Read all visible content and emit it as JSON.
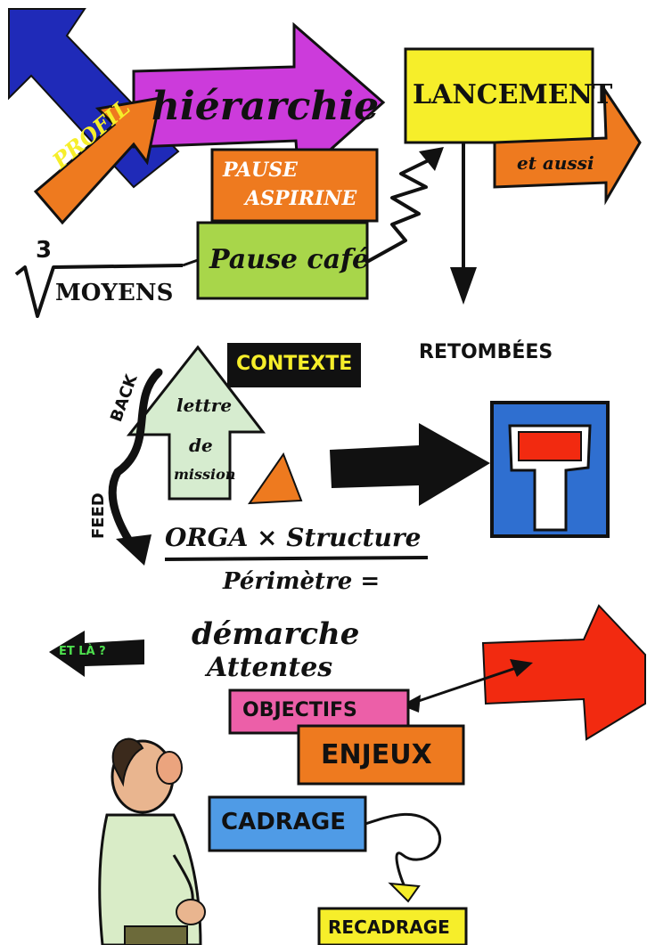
{
  "labels": {
    "hierarchie": "hiérarchie",
    "profil": "PROFIL",
    "pause_aspirine_1": "PAUSE",
    "pause_aspirine_2": "ASPIRINE",
    "pause_cafe": "Pause café",
    "lancement": "LANCEMENT",
    "et_aussi": "et aussi",
    "root_index": "3",
    "moyens": "MOYENS",
    "retombees": "RETOMBÉES",
    "contexte": "CONTEXTE",
    "lettre_1": "lettre",
    "lettre_2": "de",
    "lettre_3": "mission",
    "feed_back_1": "FEED",
    "feed_back_2": "BACK",
    "orga": "ORGA × Structure",
    "perimetre": "Périmètre =",
    "et_la": "ET LÀ ?",
    "demarche": "démarche",
    "attentes": "Attentes",
    "objectifs": "OBJECTIFS",
    "enjeux": "ENJEUX",
    "cadrage": "CADRAGE",
    "recadrage": "RECADRAGE"
  },
  "colors": {
    "blue": "#1f2ab8",
    "magenta": "#cc3bdb",
    "orange": "#ee7a1f",
    "yellow": "#f6ee2a",
    "lime": "#a8d64a",
    "pale_green": "#d6eccf",
    "pink": "#ec5fa8",
    "sky": "#4f9be6",
    "red": "#f22a10",
    "sign_blue": "#2f6fd0",
    "ink": "#111111"
  }
}
